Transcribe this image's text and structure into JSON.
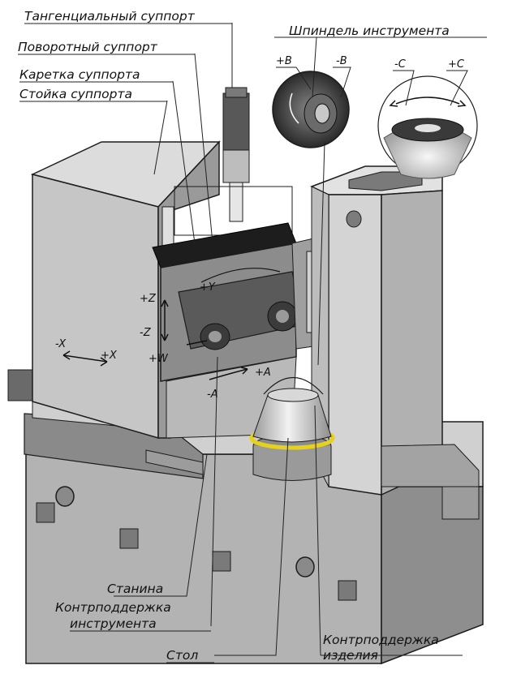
{
  "labels": {
    "tangential_support": "Тангенциальный суппорт",
    "rotary_support": "Поворотный суппорт",
    "support_carriage": "Каретка суппорта",
    "support_column": "Стойка суппорта",
    "tool_spindle": "Шпиндель инструмента",
    "bed": "Станина",
    "tool_counter_support_line1": "Контрподдержка",
    "tool_counter_support_line2": "инструмента",
    "table": "Стол",
    "workpiece_counter_support_line1": "Контрподдержка",
    "workpiece_counter_support_line2": "изделия"
  },
  "axes": {
    "plus_b": "+B",
    "minus_b": "-B",
    "minus_c": "-C",
    "plus_c": "+C",
    "plus_z": "+Z",
    "minus_z": "-Z",
    "plus_y": "+Y",
    "minus_x": "-X",
    "plus_x": "+X",
    "plus_w": "+W",
    "plus_a": "+A",
    "minus_a": "-A"
  },
  "colors": {
    "metal_light": "#c9c9c9",
    "metal_mid": "#a8a8a8",
    "metal_dark": "#6f6f6f",
    "outline": "#1c1c1c",
    "accent_yellow": "#e6d21a"
  }
}
